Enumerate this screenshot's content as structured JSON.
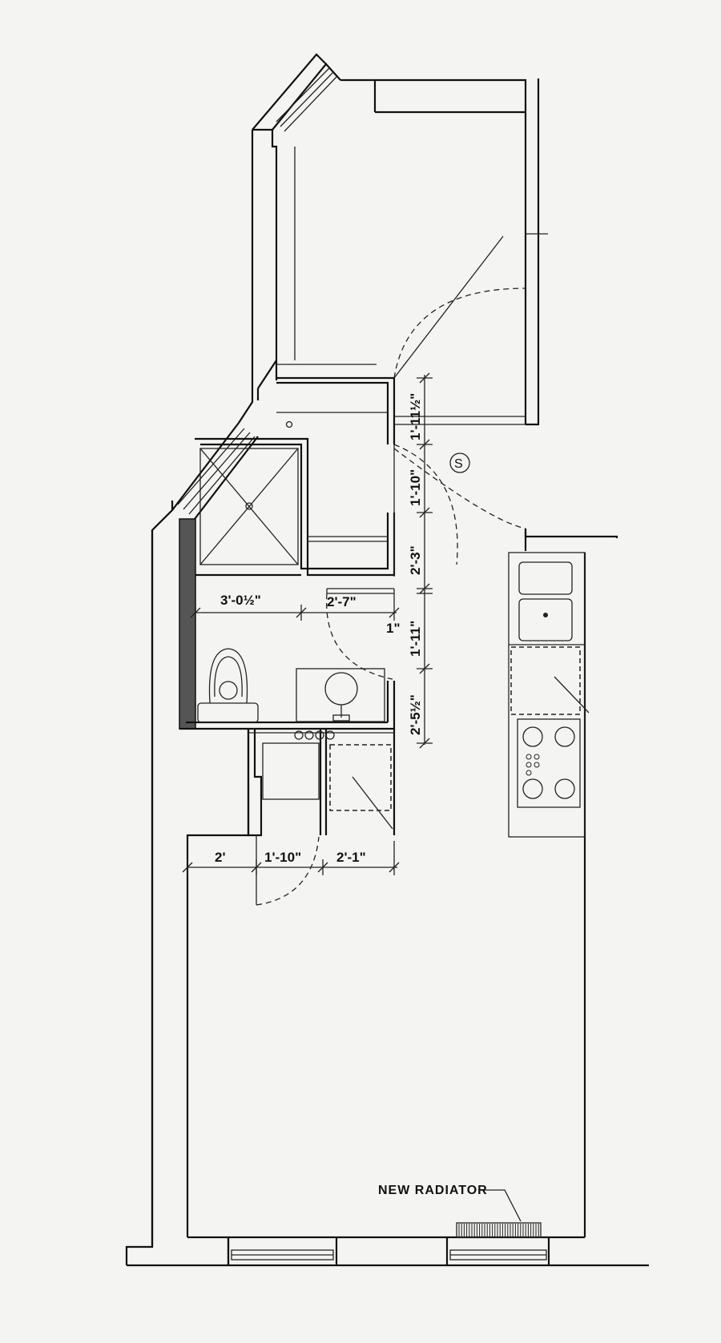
{
  "plan": {
    "labels": {
      "new_radiator": "NEW RADIATOR",
      "smoke_detector_symbol": "S"
    },
    "dimensions": {
      "d_1_11_5_top": "1'-11½\"",
      "d_1_10_right": "1'-10\"",
      "d_2_3": "2'-3\"",
      "d_3_0_5": "3'-0½\"",
      "d_2_7": "2'-7\"",
      "d_1": "1\"",
      "d_1_11": "1'-11\"",
      "d_2_5_5": "2'-5½\"",
      "d_2": "2'",
      "d_1_10_bottom": "1'-10\"",
      "d_2_1": "2'-1\""
    },
    "colors": {
      "paper": "#f4f4f2",
      "ink": "#111111"
    }
  }
}
